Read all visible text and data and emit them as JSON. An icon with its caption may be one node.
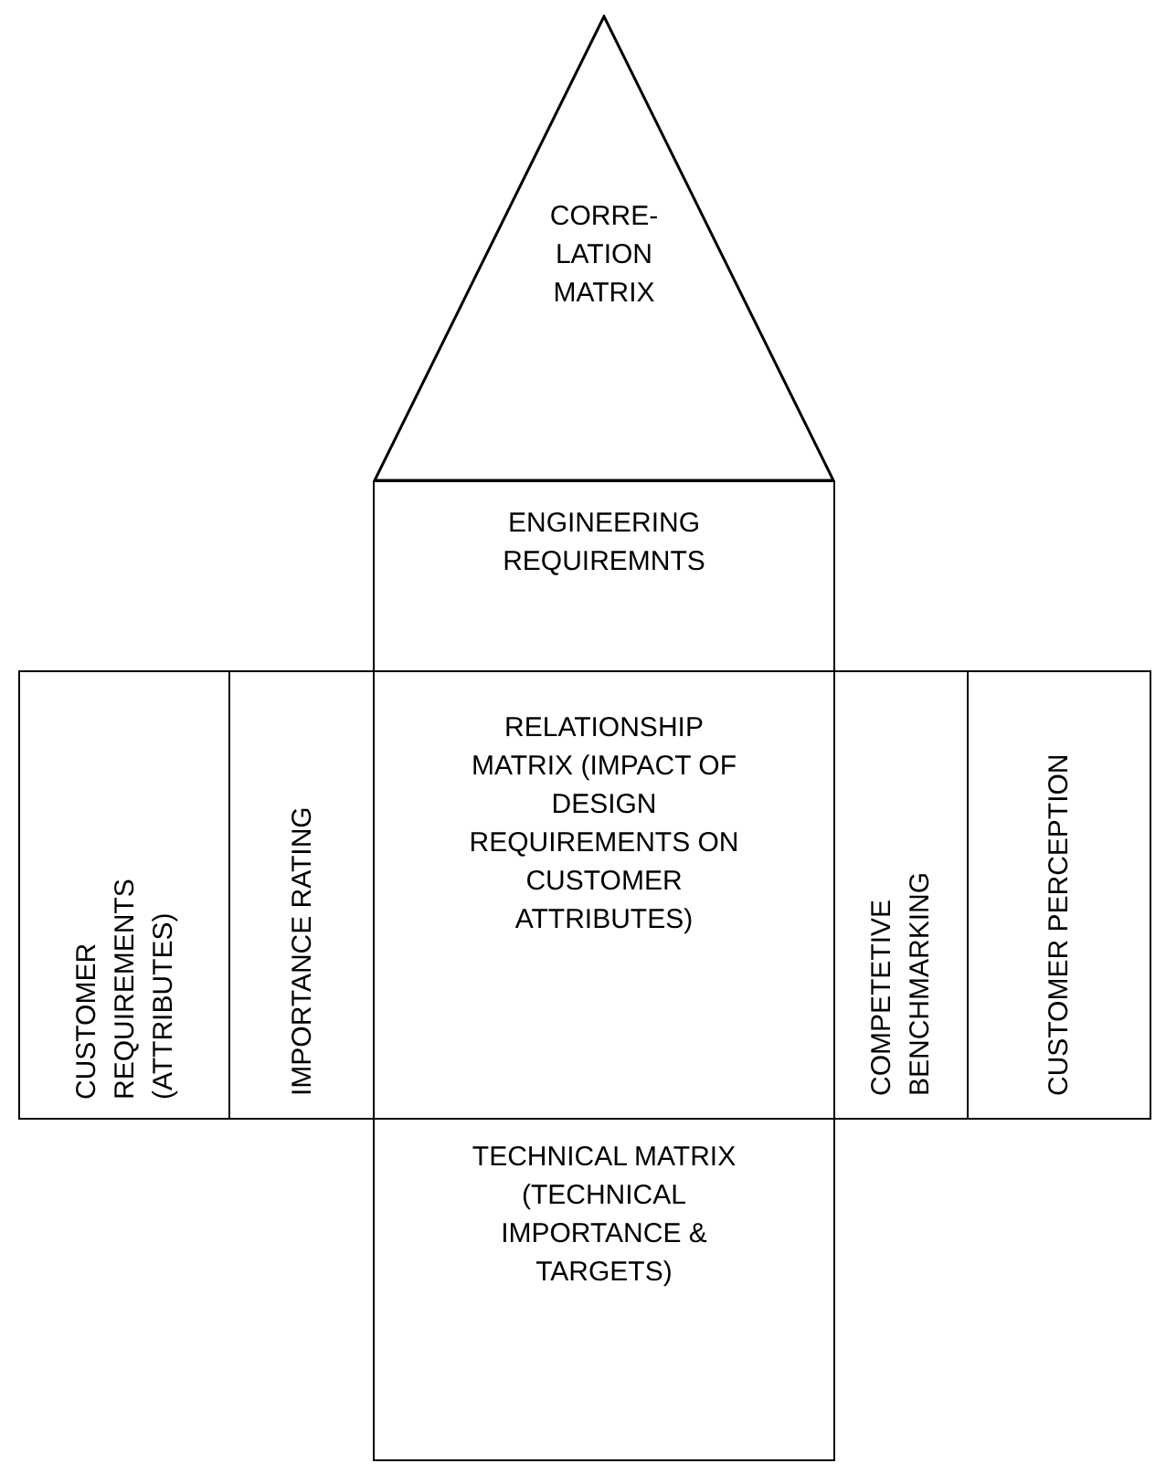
{
  "diagram": {
    "nodes": [
      {
        "text": [
          "CORRE- LATION MATRIX"
        ]
      },
      {
        "text": [
          "ENGINEERING REQUIREMNTS"
        ]
      },
      {
        "text": [
          "CUSTOMER REQUIREMENTS (ATTRIBUTES)"
        ]
      },
      {
        "text": [
          "IMPORTANCE RATING"
        ]
      },
      {
        "text": [
          "RELATIONSHIP MATRIX (IMPACT OF DESIGN REQUIREMENTS ON CUSTOMER ATTRIBUTES)"
        ]
      },
      {
        "text": [
          "COMPETETIVE BENCHMARKING"
        ]
      },
      {
        "text": [
          "CUSTOMER PERCEPTION"
        ]
      },
      {
        "text": [
          "TECHNICAL MATRIX (TECHNICAL IMPORTANCE & TARGETS)"
        ]
      }
    ],
    "edges": []
  }
}
